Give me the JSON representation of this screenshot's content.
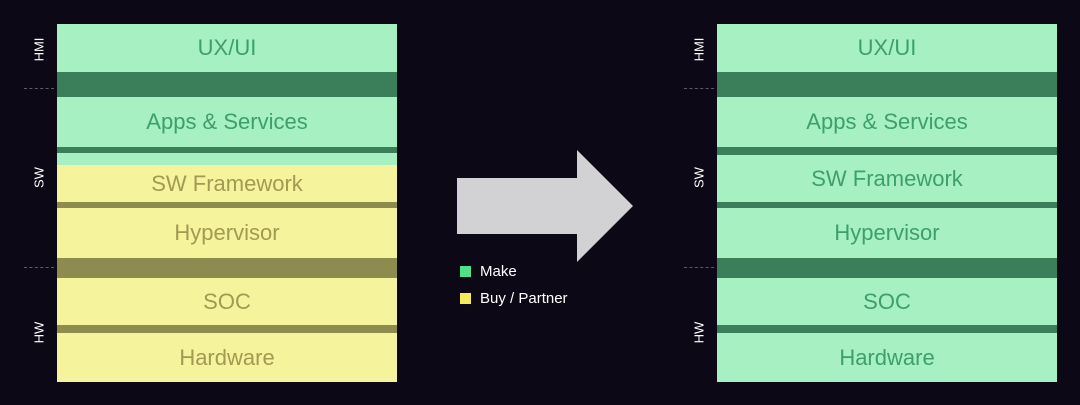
{
  "layers": {
    "hmi": "HMI",
    "sw": "SW",
    "hw": "HW"
  },
  "blocks": {
    "ux": "UX/UI",
    "apps": "Apps & Services",
    "framework": "SW Framework",
    "hypervisor": "Hypervisor",
    "soc": "SOC",
    "hardware": "Hardware"
  },
  "legend": {
    "make": "Make",
    "buy": "Buy / Partner"
  },
  "colors": {
    "make": "#52e08f",
    "buy": "#f5ea5a",
    "arrow": "#d2d2d5",
    "background": "#0d0815"
  }
}
